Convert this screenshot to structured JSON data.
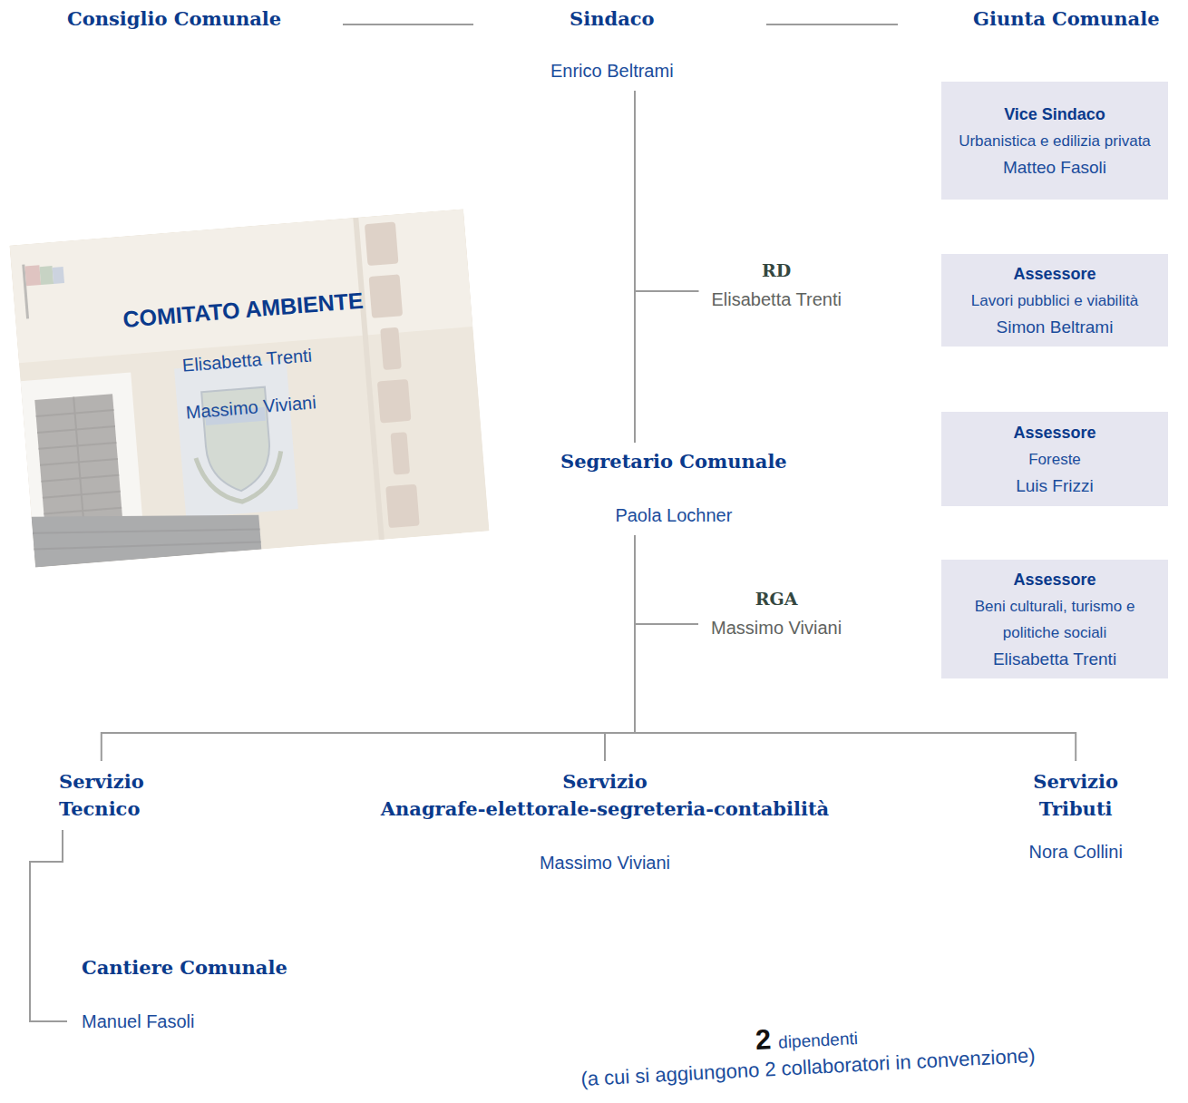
{
  "diagram": {
    "nodes": [
      {
        "text": [
          "Consiglio Comunale"
        ]
      },
      {
        "text": [
          "Sindaco",
          "Enrico Beltrami"
        ]
      },
      {
        "text": [
          "Giunta Comunale"
        ]
      },
      {
        "text": [
          "Vice Sindaco",
          "Urbanistica e edilizia privata",
          "Matteo Fasoli"
        ]
      },
      {
        "text": [
          "COMITATO AMBIENTE",
          "Elisabetta Trenti",
          "Massimo Viviani"
        ]
      },
      {
        "text": [
          "RD",
          "Elisabetta Trenti"
        ]
      },
      {
        "text": [
          "Assessore",
          "Lavori pubblici e viabilità",
          "Simon Beltrami"
        ]
      },
      {
        "text": [
          "Assessore",
          "Foreste",
          "Luis Frizzi"
        ]
      },
      {
        "text": [
          "Segretario Comunale",
          "Paola Lochner"
        ]
      },
      {
        "text": [
          "RGA",
          "Massimo Viviani"
        ]
      },
      {
        "text": [
          "Assessore",
          "Beni culturali, turismo e politiche sociali",
          "Elisabetta Trenti"
        ]
      },
      {
        "text": [
          "Servizio Tecnico"
        ]
      },
      {
        "text": [
          "Servizio Anagrafe-elettorale-segreteria-contabilità",
          "Massimo Viviani"
        ]
      },
      {
        "text": [
          "Servizio Tributi",
          "Nora Collini"
        ]
      },
      {
        "text": [
          "Cantiere Comunale",
          "Manuel Fasoli"
        ]
      }
    ],
    "edges": [
      {
        "from": 0,
        "to": 1,
        "arrow": "none"
      },
      {
        "from": 1,
        "to": 2,
        "arrow": "none"
      },
      {
        "from": 1,
        "to": 5,
        "arrow": "none"
      },
      {
        "from": 1,
        "to": 8,
        "arrow": "none"
      },
      {
        "from": 8,
        "to": 9,
        "arrow": "none"
      },
      {
        "from": 8,
        "to": 11,
        "arrow": "none"
      },
      {
        "from": 8,
        "to": 12,
        "arrow": "none"
      },
      {
        "from": 8,
        "to": 13,
        "arrow": "none"
      },
      {
        "from": 11,
        "to": 14,
        "arrow": "none"
      }
    ],
    "labels": [
      "2",
      "dipendenti",
      "(a cui si aggiungono 2 collaboratori in convenzione)"
    ]
  }
}
